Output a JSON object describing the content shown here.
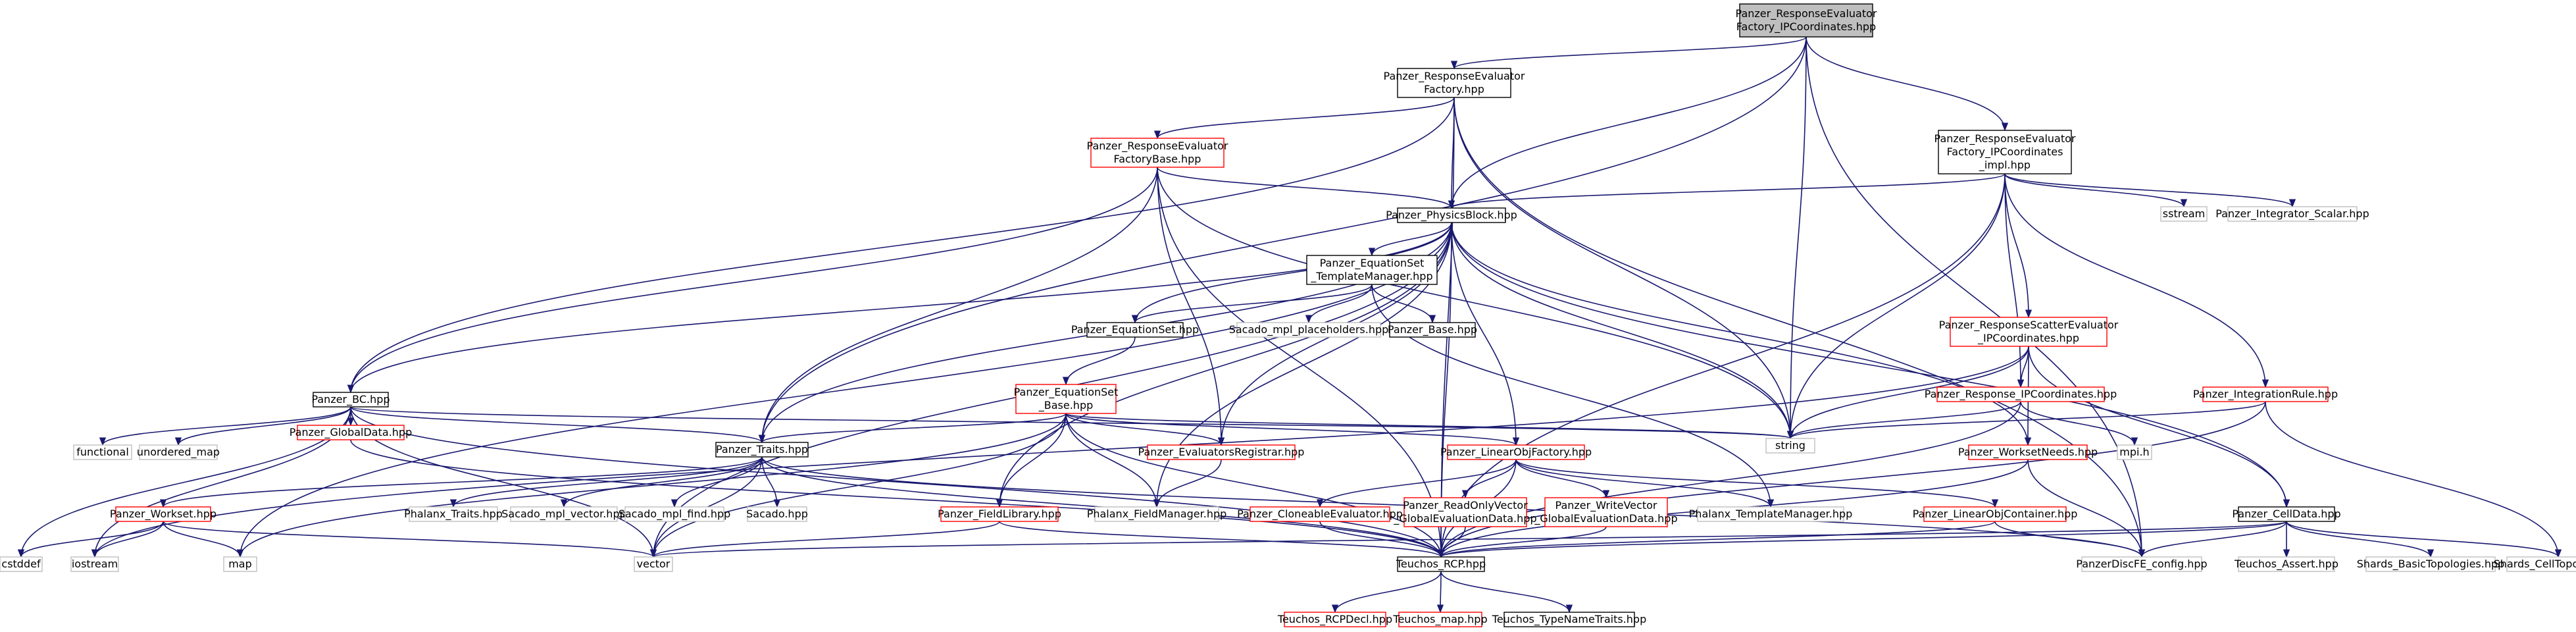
{
  "nodes": [
    {
      "id": "root",
      "lines": [
        "Panzer_ResponseEvaluator",
        "Factory_IPCoordinates.hpp"
      ],
      "style": "root"
    },
    {
      "id": "ref",
      "lines": [
        "Panzer_ResponseEvaluator",
        "Factory.hpp"
      ],
      "style": "black"
    },
    {
      "id": "refimpl",
      "lines": [
        "Panzer_ResponseEvaluator",
        "Factory_IPCoordinates",
        "_impl.hpp"
      ],
      "style": "black"
    },
    {
      "id": "refbase",
      "lines": [
        "Panzer_ResponseEvaluator",
        "FactoryBase.hpp"
      ],
      "style": "red"
    },
    {
      "id": "physblock",
      "lines": [
        "Panzer_PhysicsBlock.hpp"
      ],
      "style": "black"
    },
    {
      "id": "eqtm",
      "lines": [
        "Panzer_EquationSet",
        "_TemplateManager.hpp"
      ],
      "style": "black"
    },
    {
      "id": "eqset",
      "lines": [
        "Panzer_EquationSet.hpp"
      ],
      "style": "black"
    },
    {
      "id": "sacplace",
      "lines": [
        "Sacado_mpl_placeholders.hpp"
      ],
      "style": "gray"
    },
    {
      "id": "pbase",
      "lines": [
        "Panzer_Base.hpp"
      ],
      "style": "black"
    },
    {
      "id": "eqbase",
      "lines": [
        "Panzer_EquationSet",
        "_Base.hpp"
      ],
      "style": "red"
    },
    {
      "id": "bc",
      "lines": [
        "Panzer_BC.hpp"
      ],
      "style": "black"
    },
    {
      "id": "traits",
      "lines": [
        "Panzer_Traits.hpp"
      ],
      "style": "black"
    },
    {
      "id": "globaldata",
      "lines": [
        "Panzer_GlobalData.hpp"
      ],
      "style": "red"
    },
    {
      "id": "functional",
      "lines": [
        "functional"
      ],
      "style": "gray"
    },
    {
      "id": "unordered",
      "lines": [
        "unordered_map"
      ],
      "style": "gray"
    },
    {
      "id": "evalreg",
      "lines": [
        "Panzer_EvaluatorsRegistrar.hpp"
      ],
      "style": "red"
    },
    {
      "id": "linobjfac",
      "lines": [
        "Panzer_LinearObjFactory.hpp"
      ],
      "style": "red"
    },
    {
      "id": "string",
      "lines": [
        "string"
      ],
      "style": "gray"
    },
    {
      "id": "workset",
      "lines": [
        "Panzer_Workset.hpp"
      ],
      "style": "red"
    },
    {
      "id": "phxtraits",
      "lines": [
        "Phalanx_Traits.hpp"
      ],
      "style": "gray"
    },
    {
      "id": "sacvec",
      "lines": [
        "Sacado_mpl_vector.hpp"
      ],
      "style": "gray"
    },
    {
      "id": "sacfind",
      "lines": [
        "Sacado_mpl_find.hpp"
      ],
      "style": "gray"
    },
    {
      "id": "sacado",
      "lines": [
        "Sacado.hpp"
      ],
      "style": "gray"
    },
    {
      "id": "fieldlib",
      "lines": [
        "Panzer_FieldLibrary.hpp"
      ],
      "style": "red"
    },
    {
      "id": "phxfm",
      "lines": [
        "Phalanx_FieldManager.hpp"
      ],
      "style": "gray"
    },
    {
      "id": "cloneable",
      "lines": [
        "Panzer_CloneableEvaluator.hpp"
      ],
      "style": "red"
    },
    {
      "id": "readonly",
      "lines": [
        "Panzer_ReadOnlyVector",
        "_GlobalEvaluationData.hpp"
      ],
      "style": "red"
    },
    {
      "id": "writevec",
      "lines": [
        "Panzer_WriteVector",
        "_GlobalEvaluationData.hpp"
      ],
      "style": "red"
    },
    {
      "id": "phxtm",
      "lines": [
        "Phalanx_TemplateManager.hpp"
      ],
      "style": "gray"
    },
    {
      "id": "respscatter",
      "lines": [
        "Panzer_ResponseScatterEvaluator",
        "_IPCoordinates.hpp"
      ],
      "style": "red"
    },
    {
      "id": "respipc",
      "lines": [
        "Panzer_Response_IPCoordinates.hpp"
      ],
      "style": "red"
    },
    {
      "id": "worksetneeds",
      "lines": [
        "Panzer_WorksetNeeds.hpp"
      ],
      "style": "red"
    },
    {
      "id": "linobjcont",
      "lines": [
        "Panzer_LinearObjContainer.hpp"
      ],
      "style": "red"
    },
    {
      "id": "intrule",
      "lines": [
        "Panzer_IntegrationRule.hpp"
      ],
      "style": "red"
    },
    {
      "id": "mpih",
      "lines": [
        "mpi.h"
      ],
      "style": "gray"
    },
    {
      "id": "celldata",
      "lines": [
        "Panzer_CellData.hpp"
      ],
      "style": "black"
    },
    {
      "id": "sstream",
      "lines": [
        "sstream"
      ],
      "style": "gray"
    },
    {
      "id": "intscalar",
      "lines": [
        "Panzer_Integrator_Scalar.hpp"
      ],
      "style": "gray"
    },
    {
      "id": "cstddef",
      "lines": [
        "cstddef"
      ],
      "style": "gray"
    },
    {
      "id": "iostream",
      "lines": [
        "iostream"
      ],
      "style": "gray"
    },
    {
      "id": "map",
      "lines": [
        "map"
      ],
      "style": "gray"
    },
    {
      "id": "vector",
      "lines": [
        "vector"
      ],
      "style": "gray"
    },
    {
      "id": "teuchosrcp",
      "lines": [
        "Teuchos_RCP.hpp"
      ],
      "style": "black"
    },
    {
      "id": "discfe",
      "lines": [
        "PanzerDiscFE_config.hpp"
      ],
      "style": "gray"
    },
    {
      "id": "teuchosasset",
      "lines": [
        "Teuchos_Assert.hpp"
      ],
      "style": "gray"
    },
    {
      "id": "shardsbasic",
      "lines": [
        "Shards_BasicTopologies.hpp"
      ],
      "style": "gray"
    },
    {
      "id": "shardscell",
      "lines": [
        "Shards_CellTopology.hpp"
      ],
      "style": "gray"
    },
    {
      "id": "rcpdecl",
      "lines": [
        "Teuchos_RCPDecl.hpp"
      ],
      "style": "red"
    },
    {
      "id": "teuchosmap",
      "lines": [
        "Teuchos_map.hpp"
      ],
      "style": "red"
    },
    {
      "id": "typenametraits",
      "lines": [
        "Teuchos_TypeNameTraits.hpp"
      ],
      "style": "black"
    }
  ],
  "colors": {
    "edge": "#191970",
    "black_border": "#000000",
    "red_border": "#ff0000",
    "gray_border": "#bfbfbf",
    "root_fill": "#bfbfbf",
    "fill": "#ffffff"
  }
}
